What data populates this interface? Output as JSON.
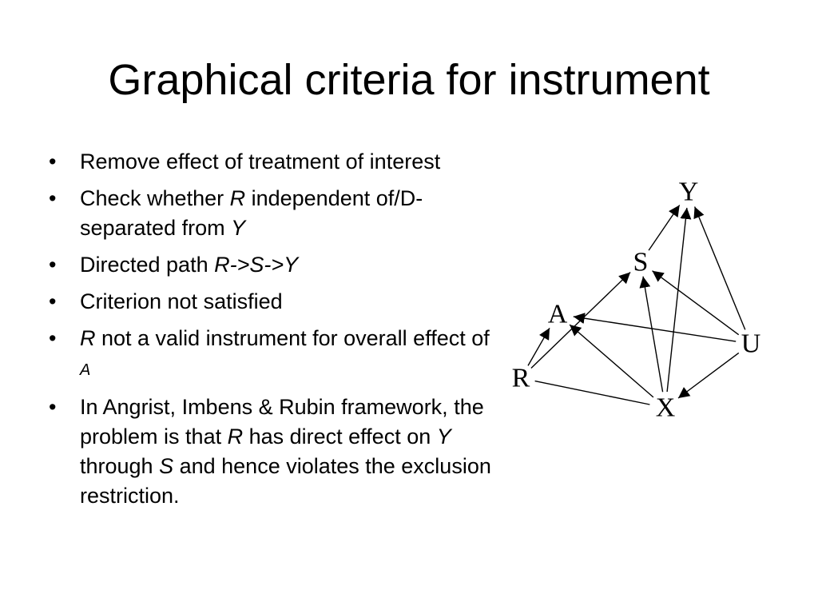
{
  "slide": {
    "title": "Graphical criteria for instrument",
    "bullet_char": "•",
    "bullets": [
      {
        "segments": [
          {
            "text": "Remove effect of treatment of interest"
          }
        ]
      },
      {
        "segments": [
          {
            "text": "Check whether "
          },
          {
            "text": "R",
            "italic": true
          },
          {
            "text": " independent of/D-separated from "
          },
          {
            "text": "Y",
            "italic": true
          }
        ]
      },
      {
        "segments": [
          {
            "text": "Directed path "
          },
          {
            "text": "R->S->Y",
            "italic": true
          }
        ]
      },
      {
        "segments": [
          {
            "text": "Criterion not satisfied"
          }
        ]
      },
      {
        "segments": [
          {
            "text": "R",
            "italic": true
          },
          {
            "text": " not a valid instrument for overall effect of "
          },
          {
            "text": "A",
            "italic": true,
            "small": true
          }
        ]
      },
      {
        "segments": [
          {
            "text": "In Angrist, Imbens & Rubin framework, the problem is that "
          },
          {
            "text": "R",
            "italic": true
          },
          {
            "text": " has direct effect on "
          },
          {
            "text": "Y",
            "italic": true
          },
          {
            "text": " through "
          },
          {
            "text": "S",
            "italic": true
          },
          {
            "text": " and hence violates the exclusion restriction."
          }
        ]
      }
    ]
  },
  "diagram": {
    "nodes": [
      {
        "id": "Y",
        "label": "Y"
      },
      {
        "id": "S",
        "label": "S"
      },
      {
        "id": "A",
        "label": "A"
      },
      {
        "id": "U",
        "label": "U"
      },
      {
        "id": "R",
        "label": "R"
      },
      {
        "id": "X",
        "label": "X"
      }
    ],
    "edges": [
      {
        "from": "R",
        "to": "A"
      },
      {
        "from": "R",
        "to": "S"
      },
      {
        "from": "R",
        "to": "X",
        "arrow": false
      },
      {
        "from": "S",
        "to": "Y"
      },
      {
        "from": "X",
        "to": "A"
      },
      {
        "from": "X",
        "to": "S"
      },
      {
        "from": "X",
        "to": "Y"
      },
      {
        "from": "U",
        "to": "A"
      },
      {
        "from": "U",
        "to": "S"
      },
      {
        "from": "U",
        "to": "Y"
      },
      {
        "from": "U",
        "to": "X"
      }
    ]
  }
}
